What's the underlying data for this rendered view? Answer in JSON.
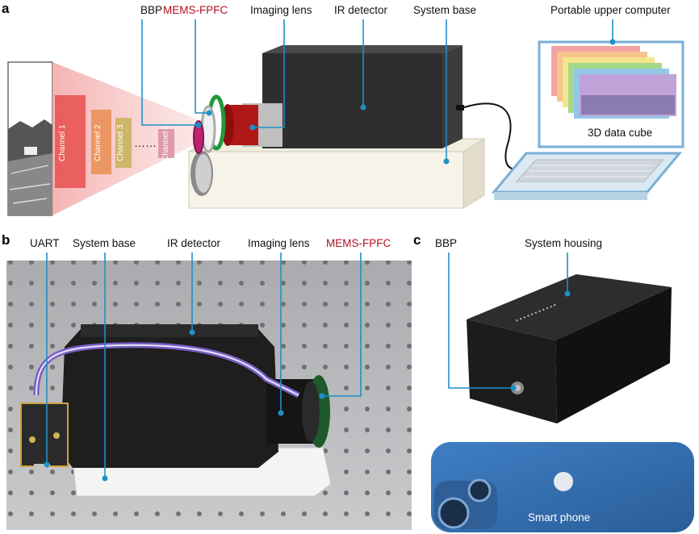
{
  "panels": {
    "a": {
      "letter": "a",
      "labels": {
        "bbp": "BBP",
        "mems": "MEMS-FPFC",
        "lens": "Imaging lens",
        "detector": "IR detector",
        "base": "System base",
        "computer": "Portable upper computer",
        "cube": "3D data cube"
      },
      "channels": [
        "Channel 1",
        "Channel 2",
        "Channel 3",
        "Channel n"
      ],
      "ellipsis": "……"
    },
    "b": {
      "letter": "b",
      "labels": {
        "uart": "UART",
        "base": "System base",
        "detector": "IR detector",
        "lens": "Imaging lens",
        "mems": "MEMS-FPFC"
      }
    },
    "c": {
      "letter": "c",
      "labels": {
        "bbp": "BBP",
        "housing": "System housing",
        "phone": "Smart phone"
      }
    }
  },
  "colors": {
    "leader": "#1e90c8",
    "mems_label": "#b01020"
  }
}
